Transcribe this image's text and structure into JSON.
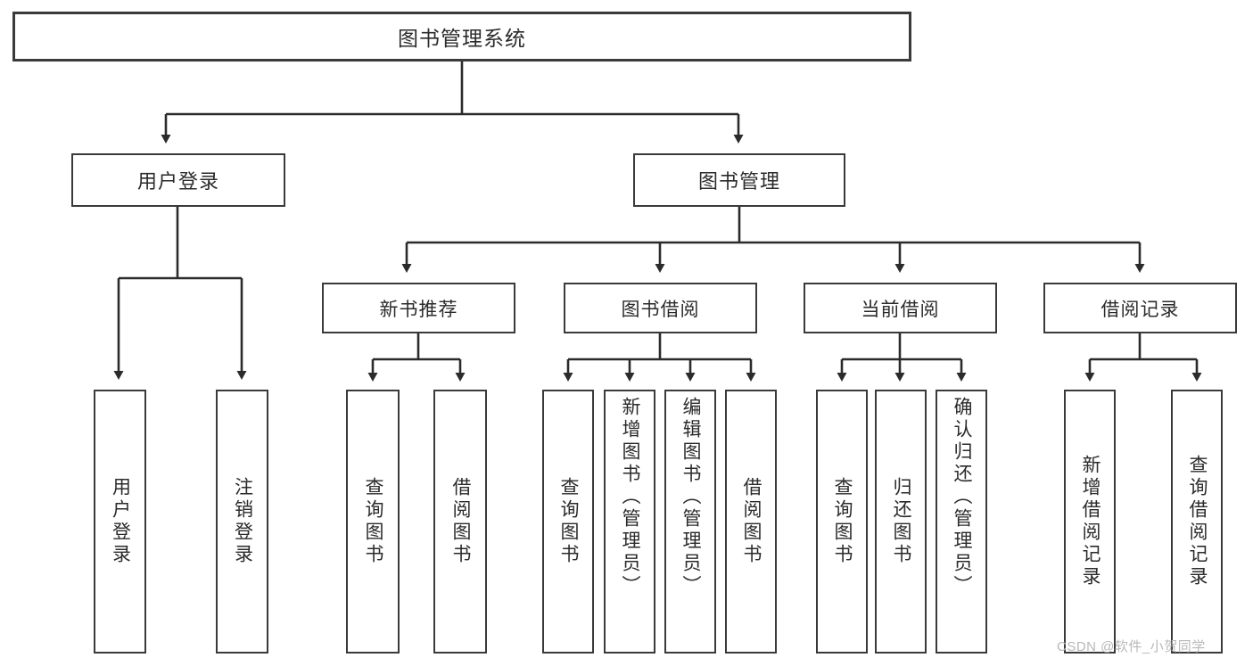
{
  "diagram": {
    "type": "tree-hierarchy",
    "title": "图书管理系统",
    "watermark": "CSDN @软件_小贺同学",
    "colors": {
      "box_border": "#3a3a3a",
      "box_fill": "#ffffff",
      "connector": "#2b2b2b",
      "text": "#2b2b2b",
      "watermark": "#b8b8b8"
    },
    "root": {
      "label": "图书管理系统"
    },
    "level2": [
      {
        "label": "用户登录"
      },
      {
        "label": "图书管理"
      }
    ],
    "level3": [
      {
        "label": "新书推荐"
      },
      {
        "label": "图书借阅"
      },
      {
        "label": "当前借阅"
      },
      {
        "label": "借阅记录"
      }
    ],
    "leaves": {
      "user_login": [
        {
          "label": "用户登录"
        },
        {
          "label": "注销登录"
        }
      ],
      "new_book_recommend": [
        {
          "label": "查询图书"
        },
        {
          "label": "借阅图书"
        }
      ],
      "book_borrow": [
        {
          "label": "查询图书"
        },
        {
          "label": "新增图书（管理员）"
        },
        {
          "label": "编辑图书（管理员）"
        },
        {
          "label": "借阅图书"
        }
      ],
      "current_borrow": [
        {
          "label": "查询图书"
        },
        {
          "label": "归还图书"
        },
        {
          "label": "确认归还（管理员）"
        }
      ],
      "borrow_record": [
        {
          "label": "新增借阅记录"
        },
        {
          "label": "查询借阅记录"
        }
      ]
    }
  }
}
